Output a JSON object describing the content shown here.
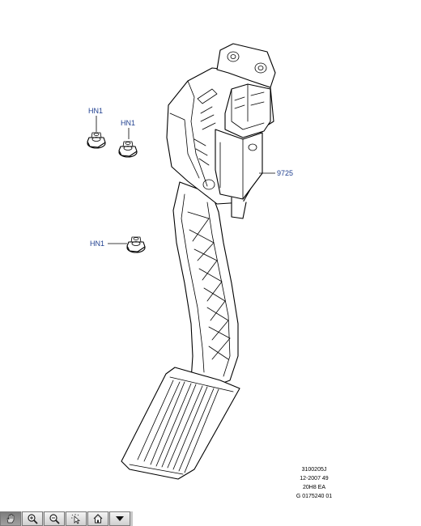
{
  "callouts": {
    "nut_1": "HN1",
    "nut_2": "HN1",
    "nut_3": "HN1",
    "sensor": "9725"
  },
  "reference_block": {
    "line1": "3100205J",
    "line2": "12-2007 49",
    "line3": "20H8 EA",
    "line4": "G 0175240 01"
  },
  "toolbar": {
    "buttons": [
      {
        "icon": "pan-hand-icon",
        "active": true
      },
      {
        "icon": "zoom-in-icon",
        "active": false
      },
      {
        "icon": "zoom-out-icon",
        "active": false
      },
      {
        "icon": "select-cursor-icon",
        "active": false
      },
      {
        "icon": "home-icon",
        "active": false
      },
      {
        "icon": "dropdown-arrow-icon",
        "active": false
      }
    ]
  }
}
